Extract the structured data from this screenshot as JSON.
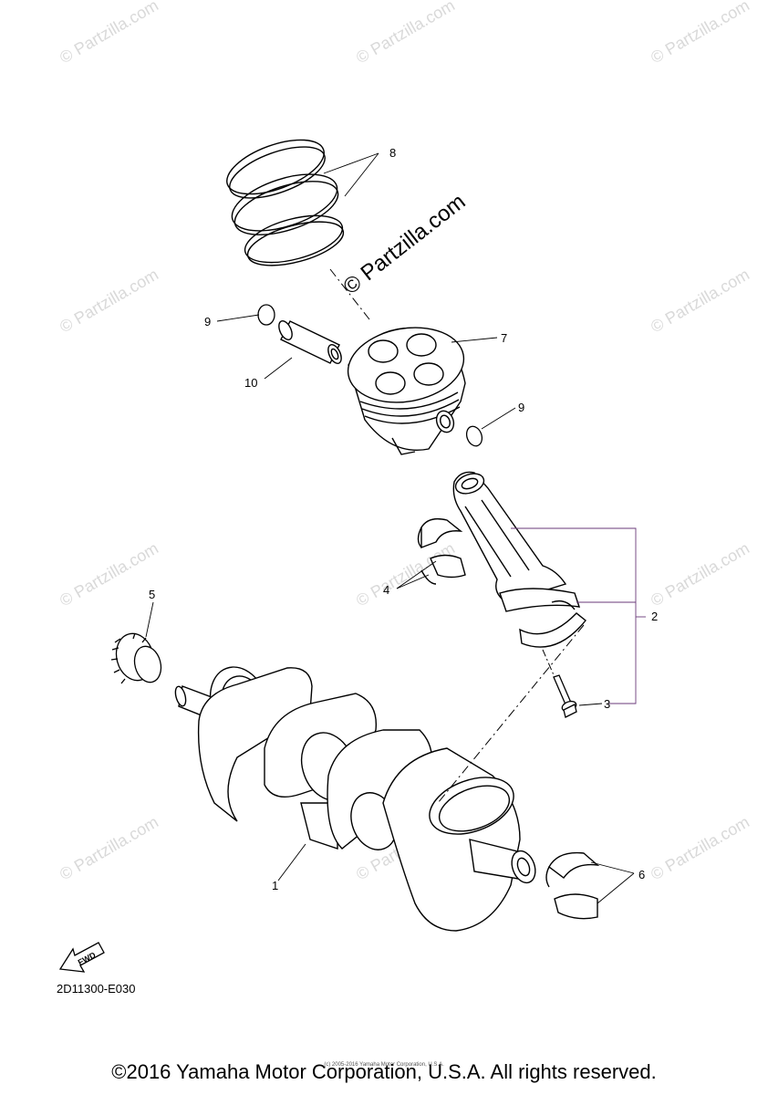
{
  "watermark": {
    "text": "© Partzilla.com",
    "center_text": "© Partzilla.com"
  },
  "callouts": {
    "c1": "1",
    "c2": "2",
    "c3": "3",
    "c4": "4",
    "c5": "5",
    "c6": "6",
    "c7": "7",
    "c8": "8",
    "c9a": "9",
    "c9b": "9",
    "c10": "10"
  },
  "fwd_label": "FWD",
  "diagram_code": "2D11300-E030",
  "copyright_small": "(c) 2005-2016 Yamaha Motor Corporation, U.S.A.",
  "copyright": "©2016 Yamaha Motor Corporation, U.S.A. All rights reserved.",
  "colors": {
    "line": "#000000",
    "leader_purple": "#6a3a7a",
    "watermark": "#d9d9d9"
  }
}
